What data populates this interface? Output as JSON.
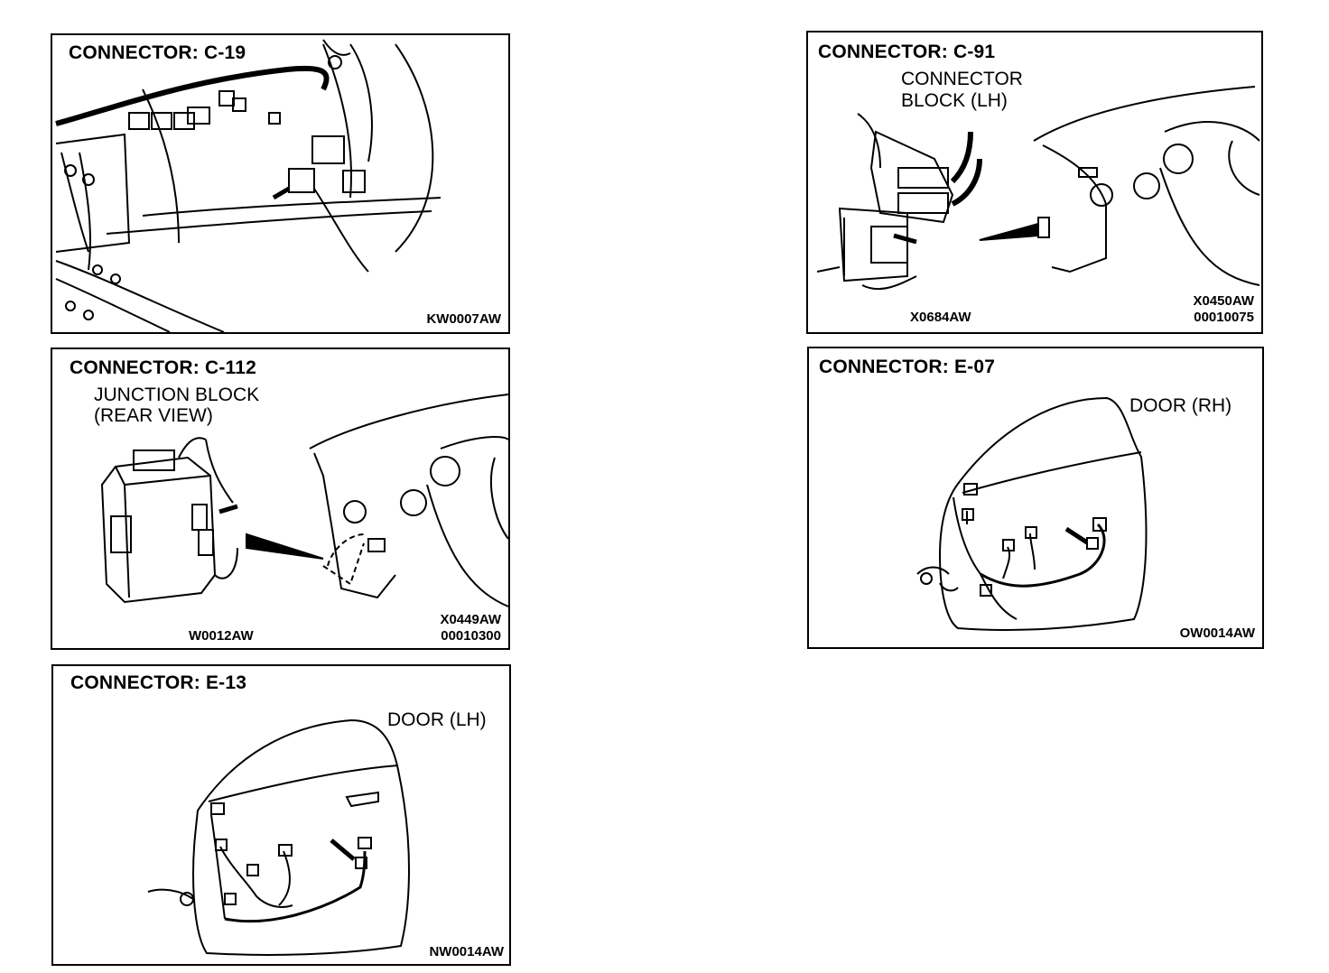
{
  "panels": {
    "c19": {
      "title": "CONNECTOR:  C-19",
      "codes": [
        "KW0007AW"
      ]
    },
    "c91": {
      "title": "CONNECTOR:  C-91",
      "labels": [
        "CONNECTOR",
        "BLOCK (LH)"
      ],
      "codes": [
        "X0684AW",
        "X0450AW",
        "00010075"
      ]
    },
    "c112": {
      "title": "CONNECTOR:  C-112",
      "labels": [
        "JUNCTION BLOCK",
        "(REAR VIEW)"
      ],
      "codes": [
        "W0012AW",
        "X0449AW",
        "00010300"
      ]
    },
    "e07": {
      "title": "CONNECTOR:  E-07",
      "labels": [
        "DOOR (RH)"
      ],
      "codes": [
        "OW0014AW"
      ]
    },
    "e13": {
      "title": "CONNECTOR:  E-13",
      "labels": [
        "DOOR (LH)"
      ],
      "codes": [
        "NW0014AW"
      ]
    }
  }
}
